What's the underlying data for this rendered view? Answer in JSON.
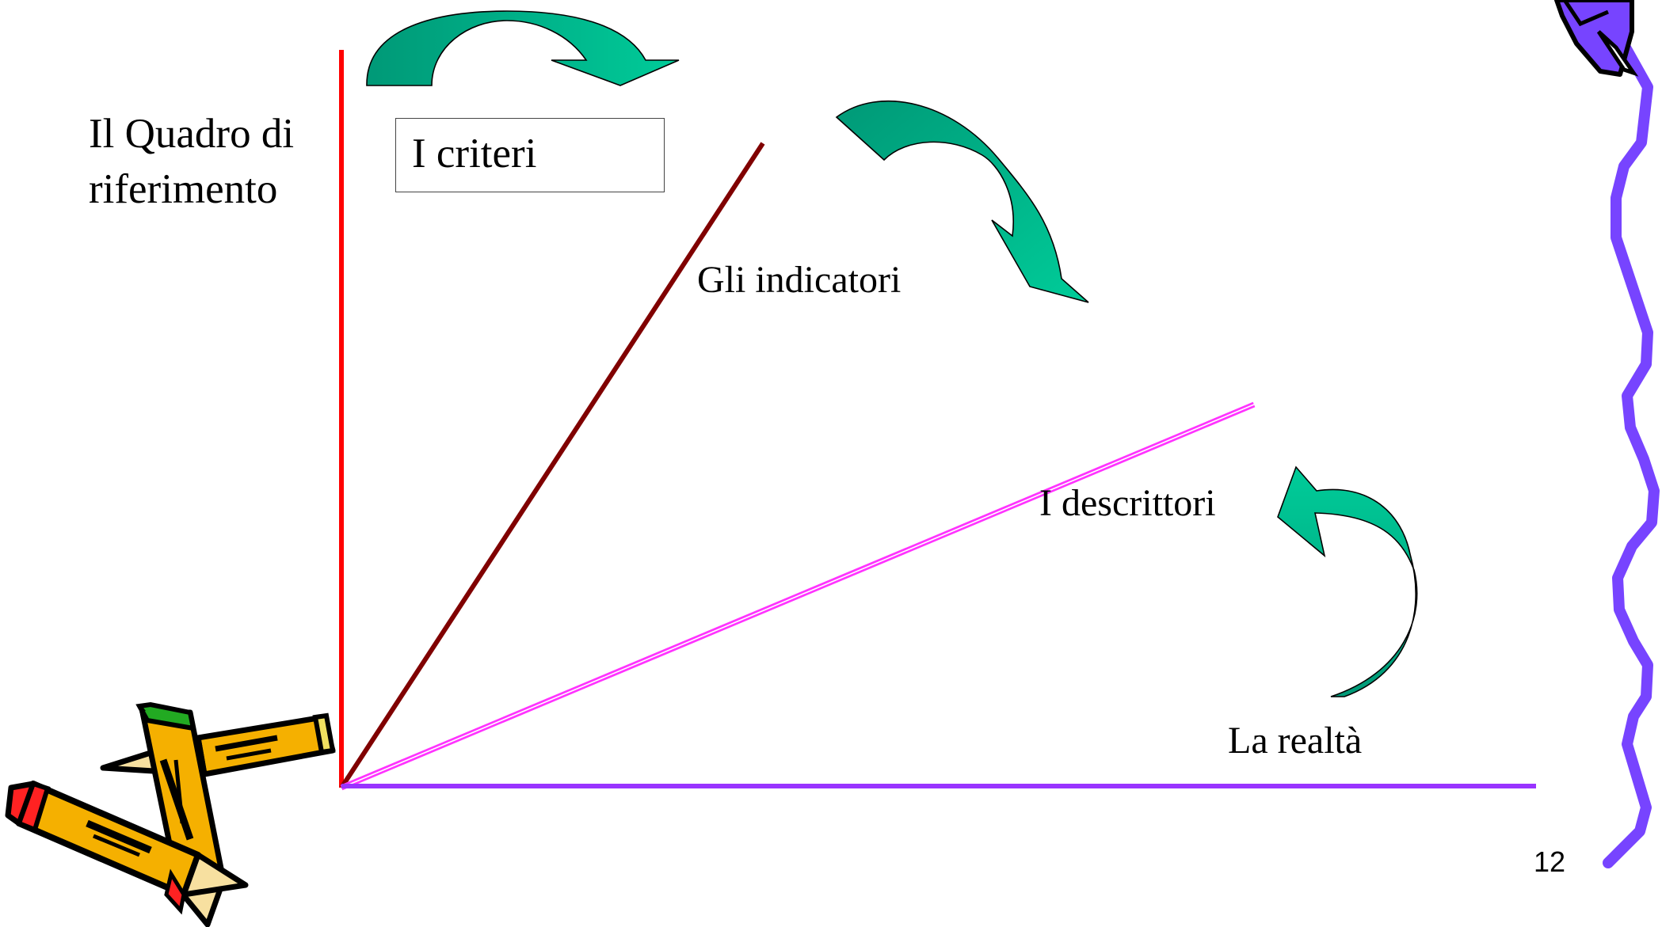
{
  "labels": {
    "frame": "Il Quadro di riferimento",
    "criteria": "I criteri",
    "indicators": "Gli indicatori",
    "descriptors": "I descrittori",
    "reality": "La realtà"
  },
  "page_number": "12",
  "colors": {
    "frame_axis": "#ff0000",
    "criteria_line": "#800000",
    "descriptors_line": "#ff33ff",
    "reality_axis": "#9933ff",
    "arrow_light": "#00cc99",
    "arrow_dark": "#009977",
    "border_wave": "#7744ff"
  },
  "icons": [
    "curved-arrow-icon",
    "pencils-clipart-icon",
    "wavy-border-icon",
    "pen-nib-icon"
  ]
}
